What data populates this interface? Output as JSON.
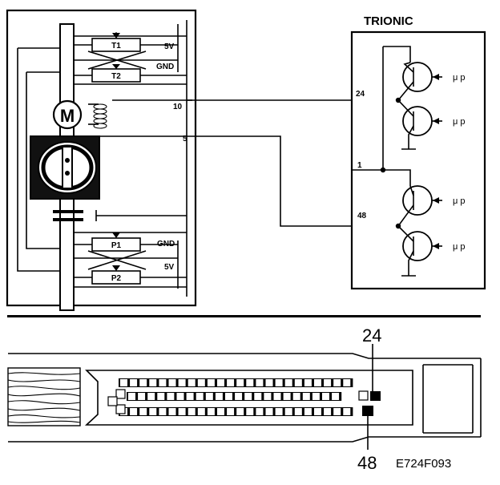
{
  "title": "TRIONIC",
  "diagram": {
    "throttle_body": {
      "motor_label": "M",
      "t1": "T1",
      "t2": "T2",
      "p1": "P1",
      "p2": "P2",
      "t_supply": "5V",
      "t_ground": "GND",
      "p_ground": "GND",
      "p_supply": "5V"
    },
    "wire_labels": {
      "pin_24": "24",
      "pin_10": "10",
      "pin_5": "5",
      "pin_1": "1",
      "pin_48": "48"
    },
    "transistor_inputs": [
      "μ p",
      "μ p",
      "μ p",
      "μ p"
    ]
  },
  "connector": {
    "pin_top_label": "24",
    "pin_bottom_label": "48",
    "figure_code": "E724F093"
  }
}
